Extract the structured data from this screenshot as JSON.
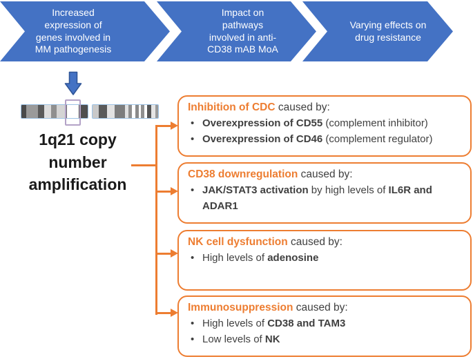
{
  "colors": {
    "banner_blue": "#4472C4",
    "arrow_blue_fill": "#4472C4",
    "arrow_blue_stroke": "#2F5597",
    "accent_orange": "#ED7D31",
    "body_text": "#404040",
    "chromosome_border": "#9DC3E6",
    "highlight_purple": "#B3A2C7"
  },
  "banner": {
    "steps": [
      {
        "label": "Increased expression of genes involved in MM pathogenesis"
      },
      {
        "label": "Impact on pathways involved in anti-CD38 mAB MoA"
      },
      {
        "label": "Varying effects on drug resistance"
      }
    ]
  },
  "left": {
    "title": "1q21 copy number amplification",
    "chromosome": {
      "left_arm": [
        {
          "w": 7,
          "color": "#4a4a4a"
        },
        {
          "w": 17,
          "color": "#9a9a9a"
        },
        {
          "w": 9,
          "color": "#5a5a5a"
        },
        {
          "w": 10,
          "color": "#dcdcdc"
        },
        {
          "w": 8,
          "color": "#8f8f8f"
        },
        {
          "w": 12,
          "color": "#d4d4d4"
        },
        {
          "w": 3,
          "color": "#6a6a6a"
        },
        {
          "w": 17,
          "color": "#ffffff"
        },
        {
          "w": 13,
          "color": "#4f4f4f"
        }
      ],
      "right_arm": [
        {
          "w": 9,
          "color": "#c9c9c9"
        },
        {
          "w": 12,
          "color": "#5a5a5a"
        },
        {
          "w": 12,
          "color": "#e2e2e2"
        },
        {
          "w": 15,
          "color": "#7d7d7d"
        },
        {
          "w": 5,
          "color": "#e0e0e0"
        },
        {
          "w": 5,
          "color": "#8f8f8f"
        },
        {
          "w": 5,
          "color": "#ffffff"
        },
        {
          "w": 5,
          "color": "#8a8a8a"
        },
        {
          "w": 4,
          "color": "#ffffff"
        },
        {
          "w": 5,
          "color": "#909090"
        },
        {
          "w": 4,
          "color": "#ffffff"
        },
        {
          "w": 6,
          "color": "#555555"
        },
        {
          "w": 6,
          "color": "#e5e5e5"
        },
        {
          "w": 4,
          "color": "#9a9a9a"
        }
      ]
    }
  },
  "boxes": [
    {
      "title": "Inhibition of CDC",
      "title_suffix": " caused by:",
      "bullets": [
        {
          "segments": [
            {
              "text": "Overexpression of CD55",
              "bold": true
            },
            {
              "text": " (complement inhibitor)",
              "bold": false
            }
          ]
        },
        {
          "segments": [
            {
              "text": "Overexpression of CD46",
              "bold": true
            },
            {
              "text": " (complement regulator)",
              "bold": false
            }
          ]
        }
      ]
    },
    {
      "title": "CD38 downregulation",
      "title_suffix": " caused by:",
      "bullets": [
        {
          "segments": [
            {
              "text": "JAK/STAT3 activation",
              "bold": true
            },
            {
              "text": " by high levels of ",
              "bold": false
            },
            {
              "text": "IL6R and ADAR1",
              "bold": true
            }
          ]
        }
      ]
    },
    {
      "title": "NK cell dysfunction",
      "title_suffix": " caused by:",
      "bullets": [
        {
          "segments": [
            {
              "text": "High levels of ",
              "bold": false
            },
            {
              "text": "adenosine",
              "bold": true
            }
          ]
        }
      ]
    },
    {
      "title": "Immunosuppression",
      "title_suffix": " caused by:",
      "bullets": [
        {
          "segments": [
            {
              "text": "High levels of ",
              "bold": false
            },
            {
              "text": "CD38 and TAM3",
              "bold": true
            }
          ]
        },
        {
          "segments": [
            {
              "text": "Low levels of ",
              "bold": false
            },
            {
              "text": "NK",
              "bold": true
            }
          ]
        }
      ]
    }
  ]
}
